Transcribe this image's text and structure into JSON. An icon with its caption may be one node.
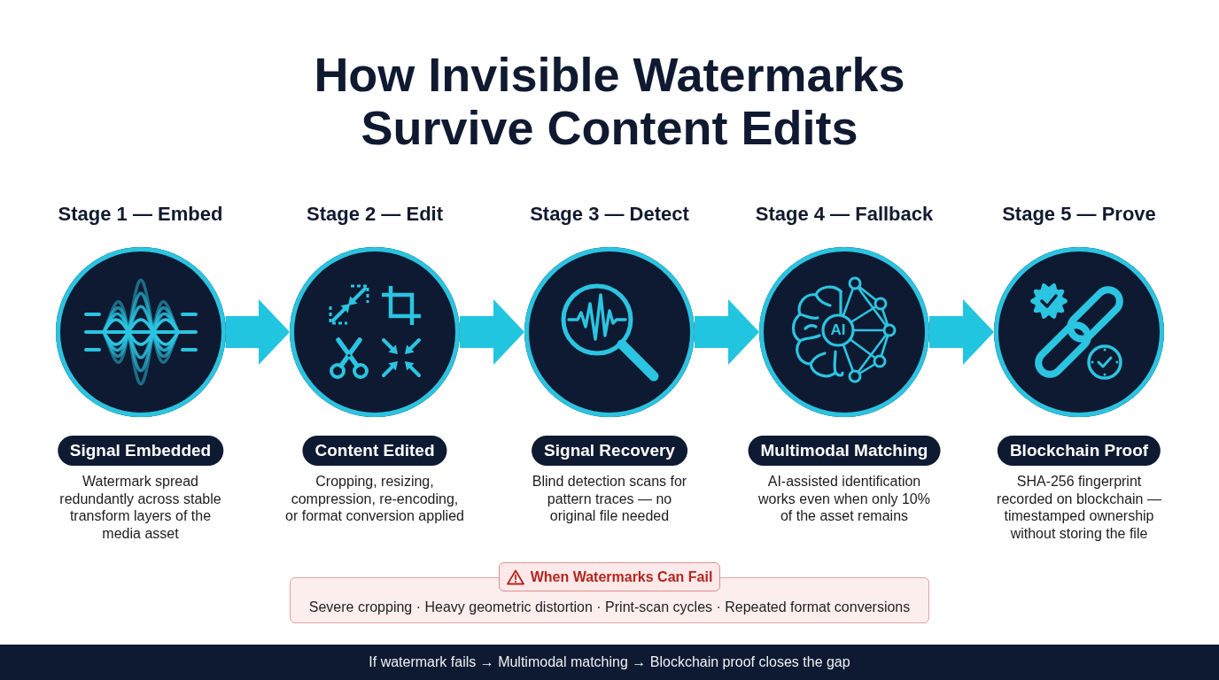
{
  "diagram": {
    "title": "How Invisible Watermarks Survive Content Edits",
    "nodes": [
      {
        "text": [
          "Stage 1 — Embed"
        ]
      },
      {
        "text": [
          "Stage 2 — Edit"
        ]
      },
      {
        "text": [
          "Stage 3 — Detect"
        ]
      },
      {
        "text": [
          "Stage 4 — Fallback",
          "AI"
        ]
      },
      {
        "text": [
          "Stage 5 — Prove"
        ]
      },
      {
        "text": [
          "Signal Embedded"
        ],
        "beside": [
          "Watermark spread redundantly across stable transform layers of the media asset"
        ]
      },
      {
        "text": [
          "Content Edited"
        ],
        "beside": [
          "Cropping, resizing, compression, re-encoding, or format conversion applied"
        ]
      },
      {
        "text": [
          "Signal Recovery"
        ],
        "beside": [
          "Blind detection scans for pattern traces — no original file needed"
        ]
      },
      {
        "text": [
          "Multimodal Matching"
        ],
        "beside": [
          "AI-assisted identification works even when only 10% of the asset remains"
        ]
      },
      {
        "text": [
          "Blockchain Proof"
        ],
        "beside": [
          "SHA-256 fingerprint recorded on blockchain — timestamped ownership without storing the file"
        ]
      },
      {
        "text": [
          "When Watermarks Can Fail"
        ]
      },
      {
        "text": [
          "Severe cropping · Heavy geometric distortion · Print-scan cycles · Repeated format conversions"
        ]
      },
      {
        "text": [
          "If watermark fails → Multimodal matching → Blockchain proof closes the gap"
        ]
      }
    ],
    "edges": [
      {
        "from": 0,
        "to": 1,
        "arrow": "to"
      },
      {
        "from": 1,
        "to": 2,
        "arrow": "to"
      },
      {
        "from": 2,
        "to": 3,
        "arrow": "to"
      },
      {
        "from": 3,
        "to": 4,
        "arrow": "to"
      }
    ]
  }
}
